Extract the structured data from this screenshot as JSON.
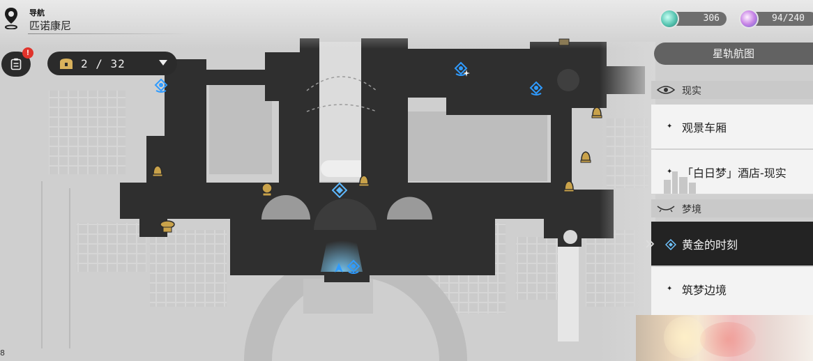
{
  "header": {
    "title": "导航",
    "region": "匹诺康尼"
  },
  "log_button": {
    "badge": "!"
  },
  "treasure": {
    "count": "2 / 32"
  },
  "currencies": [
    {
      "name": "stellar-jade",
      "value": "306",
      "color": "#56c4b0"
    },
    {
      "name": "trailblaze-power",
      "value": "94/240",
      "color": "#c885e6"
    }
  ],
  "panel": {
    "star_rail_map_label": "星轨航图",
    "sections": [
      {
        "label": "现实",
        "items": [
          "观景车厢",
          "「白日梦」酒店-现实"
        ]
      },
      {
        "label": "梦境",
        "items": [
          "黄金的时刻",
          "筑梦边境"
        ]
      }
    ],
    "active_item": "黄金的时刻"
  },
  "corner_text": "8 (partial)",
  "colors": {
    "map_path": "#2f2f2f",
    "teleport": "#2f9bff",
    "poi_gold": "#c9a24a",
    "panel_active": "#232323"
  }
}
